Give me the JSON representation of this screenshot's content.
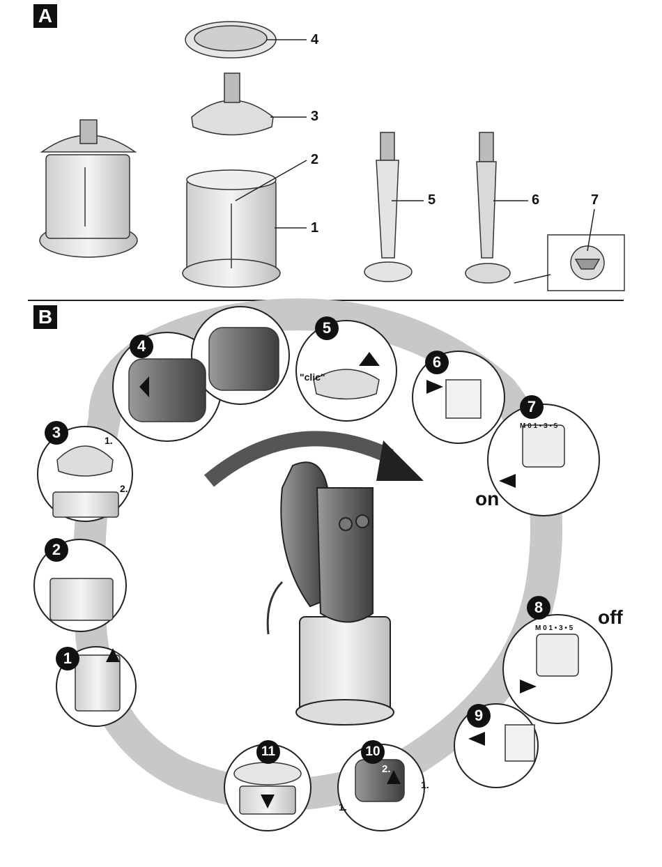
{
  "sections": {
    "a": "A",
    "b": "B"
  },
  "parts": {
    "p1": "1",
    "p2": "2",
    "p3": "3",
    "p4": "4",
    "p5": "5",
    "p6": "6",
    "p7": "7"
  },
  "steps": {
    "s1": "1",
    "s2": "2",
    "s3": "3",
    "s4": "4",
    "s5": "5",
    "s6": "6",
    "s7": "7",
    "s8": "8",
    "s9": "9",
    "s10": "10",
    "s11": "11"
  },
  "labels": {
    "on": "on",
    "off": "off",
    "clic": "\"clic\"",
    "one": "1.",
    "two": "2.",
    "scale": "M 0 1 • 3 • 5"
  },
  "colors": {
    "ink": "#111111",
    "grey": "#8a8a8a",
    "light": "#d9d9d9"
  }
}
